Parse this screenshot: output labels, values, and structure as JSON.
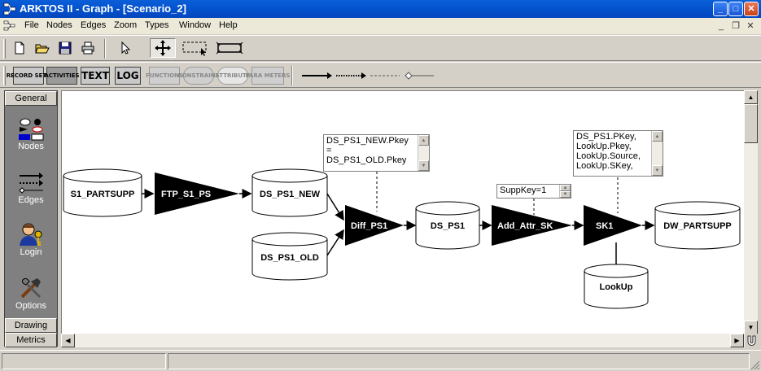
{
  "window": {
    "title": "ARKTOS II - Graph - [Scenario_2]",
    "minimize": "_",
    "maximize": "□",
    "close": "✕",
    "mdi_minimize": "_",
    "mdi_restore": "❐",
    "mdi_close": "✕"
  },
  "menu": [
    "File",
    "Nodes",
    "Edges",
    "Zoom",
    "Types",
    "Window",
    "Help"
  ],
  "toolbar2": {
    "record_sets": "RECORD SETS",
    "activities": "ACTIVITIES",
    "text": "TEXT",
    "log": "LOG",
    "functions": "FUNCTIONS",
    "constraint": "CONSTRAINT",
    "attribute": "ATTRIBUTE",
    "parameters": "PARA METERS"
  },
  "left_panel": {
    "general_tab": "General",
    "items": [
      "Nodes",
      "Edges",
      "Login",
      "Options"
    ],
    "drawing_tab": "Drawing",
    "metrics_tab": "Metrics"
  },
  "graph": {
    "recordsets": {
      "s1_partsupp": "S1_PARTSUPP",
      "ds_ps1_new": "DS_PS1_NEW",
      "ds_ps1_old": "DS_PS1_OLD",
      "ds_ps1": "DS_PS1",
      "dw_partsupp": "DW_PARTSUPP",
      "lookup": "LookUp"
    },
    "activities": {
      "ftp_s1_ps": "FTP_S1_PS",
      "diff_ps1": "Diff_PS1",
      "add_attr_sk": "Add_Attr_SK",
      "sk1": "SK1"
    },
    "notes": {
      "diff": [
        "DS_PS1_NEW.Pkey",
        "=",
        "DS_PS1_OLD.Pkey"
      ],
      "suppkey": [
        "SuppKey=1"
      ],
      "sk": [
        "DS_PS1.PKey,",
        "LookUp.Pkey,",
        "LookUp.Source,",
        "LookUp.SKey,"
      ]
    }
  },
  "colors": {
    "titlebar": "#0554d0",
    "activity_fill": "#000000",
    "canvas": "#ffffff",
    "panel": "#808080"
  }
}
